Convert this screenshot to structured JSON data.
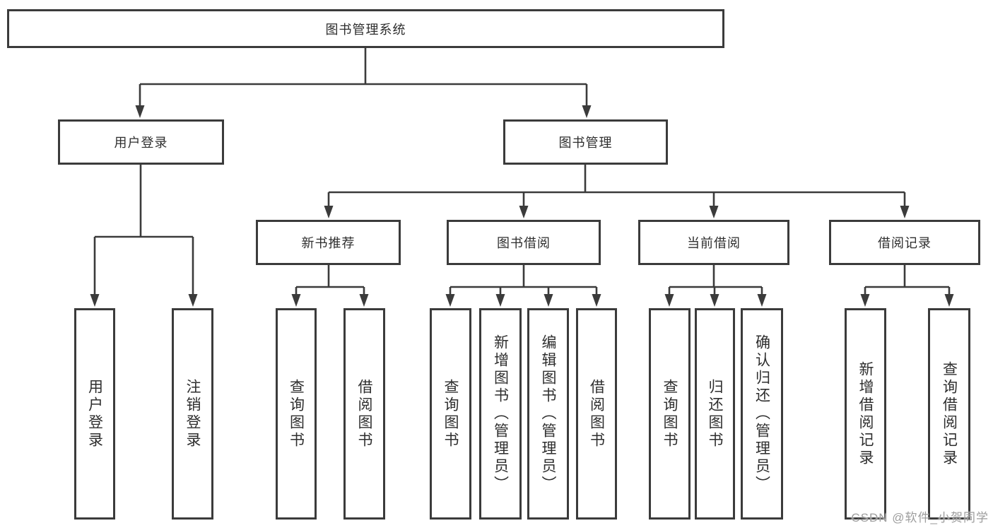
{
  "colors": {
    "line": "#3b3b3b",
    "box_border": "#3b3b3b",
    "text": "#2e2e2e",
    "watermark": "#9d9d9d",
    "background": "#ffffff"
  },
  "nodes": {
    "root": {
      "label": "图书管理系统"
    },
    "branches": [
      {
        "id": "user-login",
        "label": "用户登录",
        "leaves": [
          {
            "label": "用户登录"
          },
          {
            "label": "注销登录"
          }
        ]
      },
      {
        "id": "book-management",
        "label": "图书管理",
        "children": [
          {
            "id": "new-book-recommendation",
            "label": "新书推荐",
            "leaves": [
              {
                "label": "查询图书"
              },
              {
                "label": "借阅图书"
              }
            ]
          },
          {
            "id": "book-borrowing",
            "label": "图书借阅",
            "leaves": [
              {
                "label": "查询图书"
              },
              {
                "label": "新增图书（管理员）"
              },
              {
                "label": "编辑图书（管理员）"
              },
              {
                "label": "借阅图书"
              }
            ]
          },
          {
            "id": "current-borrowing",
            "label": "当前借阅",
            "leaves": [
              {
                "label": "查询图书"
              },
              {
                "label": "归还图书"
              },
              {
                "label": "确认归还（管理员）"
              }
            ]
          },
          {
            "id": "borrowing-records",
            "label": "借阅记录",
            "leaves": [
              {
                "label": "新增借阅记录"
              },
              {
                "label": "查询借阅记录"
              }
            ]
          }
        ]
      }
    ]
  },
  "watermark": {
    "text": "CSDN @软件_小贺同学"
  }
}
